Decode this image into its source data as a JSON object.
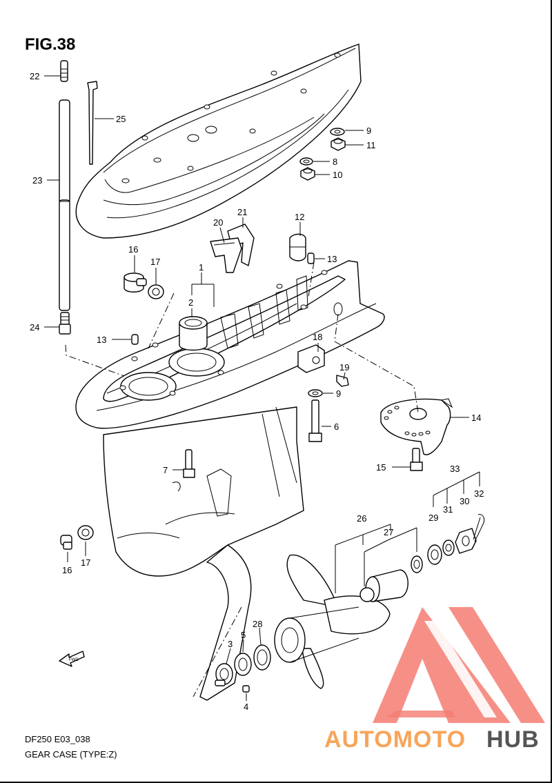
{
  "figure": {
    "title": "FIG.38"
  },
  "footer": {
    "code": "DF250 E03_038",
    "caption": "GEAR CASE (TYPE:Z)"
  },
  "fwd_marker": {
    "text": "FWD"
  },
  "watermark": {
    "part1": "AUTOMOTO",
    "part2": "HUB",
    "color_primary": "#f47c72",
    "color_secondary": "#f7a55a",
    "color_dark": "#555555"
  },
  "callouts": [
    {
      "id": "c22",
      "label": "22"
    },
    {
      "id": "c25",
      "label": "25"
    },
    {
      "id": "c23",
      "label": "23"
    },
    {
      "id": "c24",
      "label": "24"
    },
    {
      "id": "c9a",
      "label": "9"
    },
    {
      "id": "c11",
      "label": "11"
    },
    {
      "id": "c8",
      "label": "8"
    },
    {
      "id": "c10",
      "label": "10"
    },
    {
      "id": "c21",
      "label": "21"
    },
    {
      "id": "c20",
      "label": "20"
    },
    {
      "id": "c12",
      "label": "12"
    },
    {
      "id": "c13a",
      "label": "13"
    },
    {
      "id": "c16a",
      "label": "16"
    },
    {
      "id": "c17a",
      "label": "17"
    },
    {
      "id": "c1",
      "label": "1"
    },
    {
      "id": "c2",
      "label": "2"
    },
    {
      "id": "c13b",
      "label": "13"
    },
    {
      "id": "c18",
      "label": "18"
    },
    {
      "id": "c19",
      "label": "19"
    },
    {
      "id": "c9b",
      "label": "9"
    },
    {
      "id": "c6",
      "label": "6"
    },
    {
      "id": "c14",
      "label": "14"
    },
    {
      "id": "c7",
      "label": "7"
    },
    {
      "id": "c15",
      "label": "15"
    },
    {
      "id": "c33",
      "label": "33"
    },
    {
      "id": "c29",
      "label": "29"
    },
    {
      "id": "c31",
      "label": "31"
    },
    {
      "id": "c30",
      "label": "30"
    },
    {
      "id": "c32",
      "label": "32"
    },
    {
      "id": "c26",
      "label": "26"
    },
    {
      "id": "c27",
      "label": "27"
    },
    {
      "id": "c16b",
      "label": "16"
    },
    {
      "id": "c17b",
      "label": "17"
    },
    {
      "id": "c3",
      "label": "3"
    },
    {
      "id": "c5",
      "label": "5"
    },
    {
      "id": "c28",
      "label": "28"
    },
    {
      "id": "c4",
      "label": "4"
    }
  ]
}
